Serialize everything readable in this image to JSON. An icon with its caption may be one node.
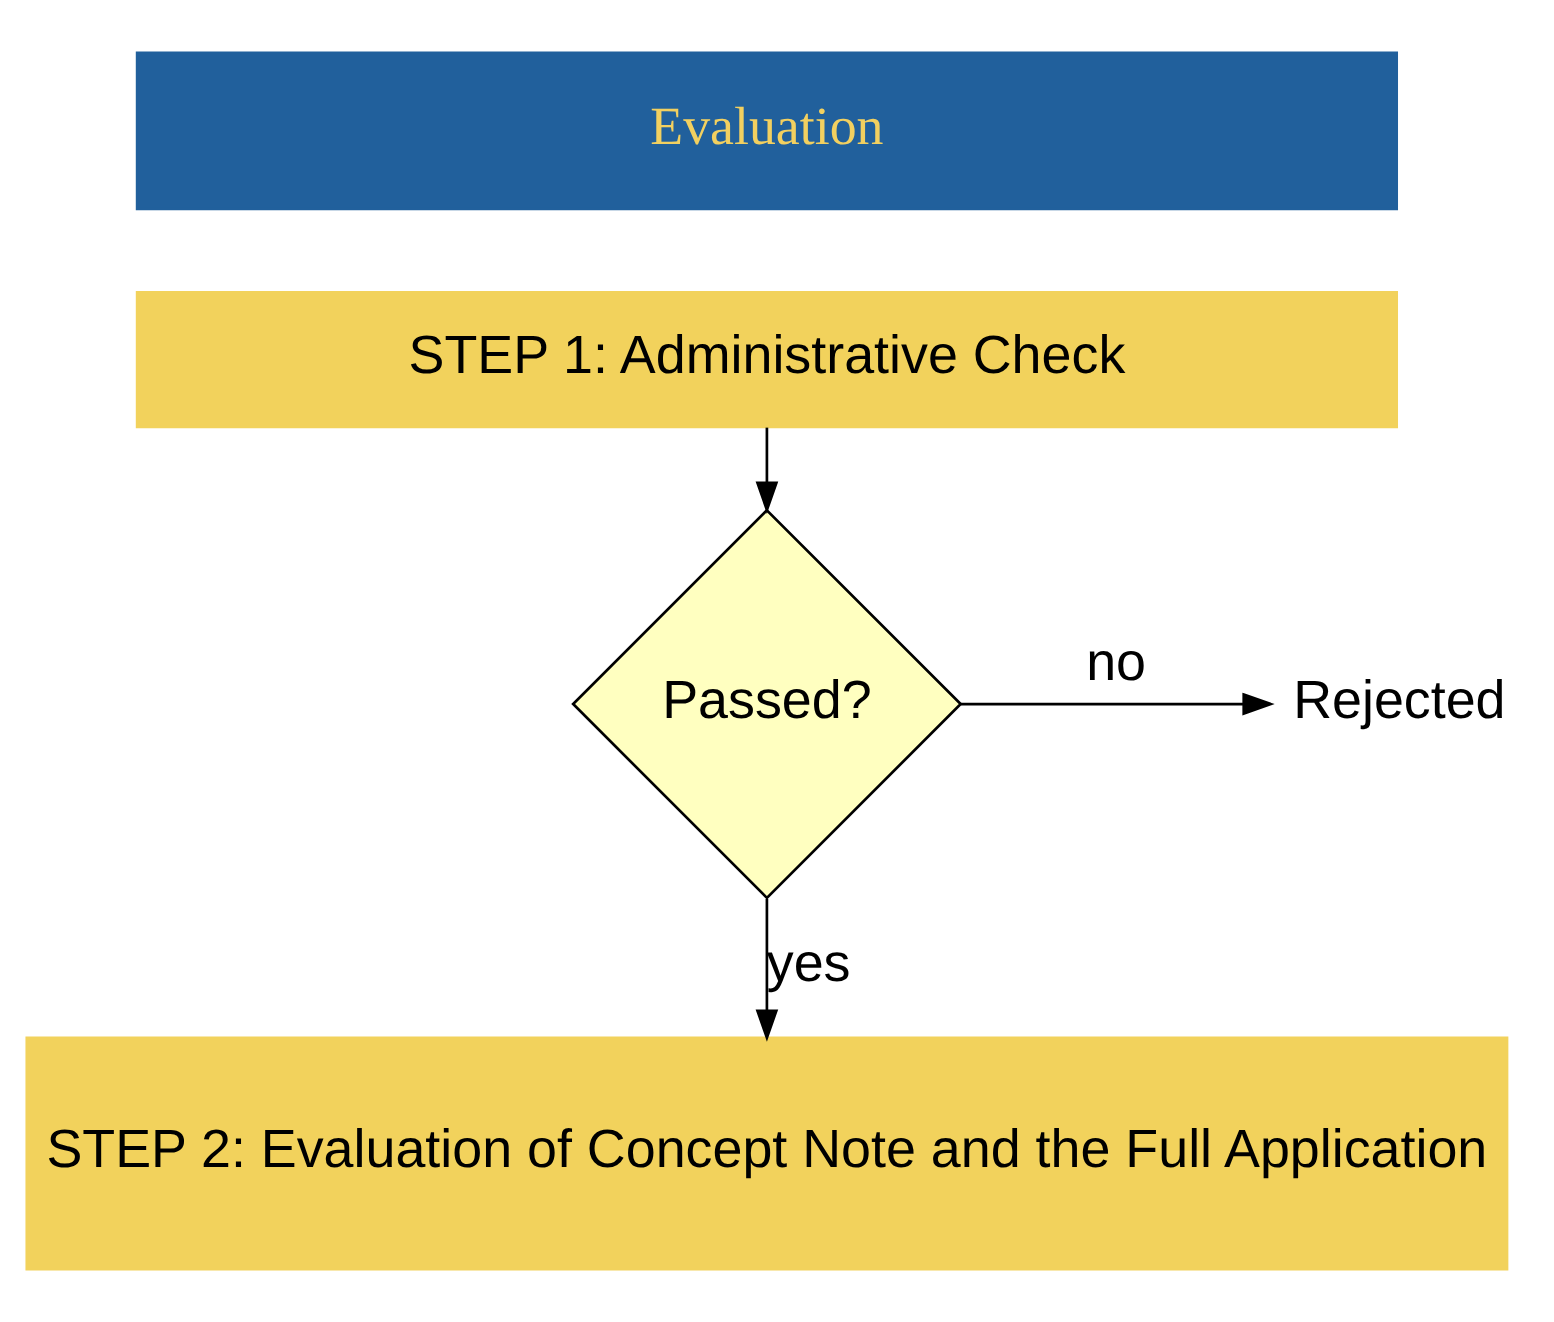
{
  "diagram": {
    "nodes": [
      {
        "text": [
          "Evaluation"
        ]
      },
      {
        "text": [
          "STEP 1: Administrative Check"
        ]
      },
      {
        "text": [
          "Passed?"
        ]
      },
      {
        "text": [
          "Rejected"
        ]
      },
      {
        "text": [
          "STEP 2: Evaluation of Concept Note and the Full Application"
        ]
      }
    ],
    "edges": [
      {
        "from": 1,
        "to": 2,
        "arrow": "to"
      },
      {
        "from": 2,
        "to": 3,
        "arrow": "to",
        "label": "no"
      },
      {
        "from": 2,
        "to": 4,
        "arrow": "to",
        "label": "yes"
      }
    ]
  }
}
